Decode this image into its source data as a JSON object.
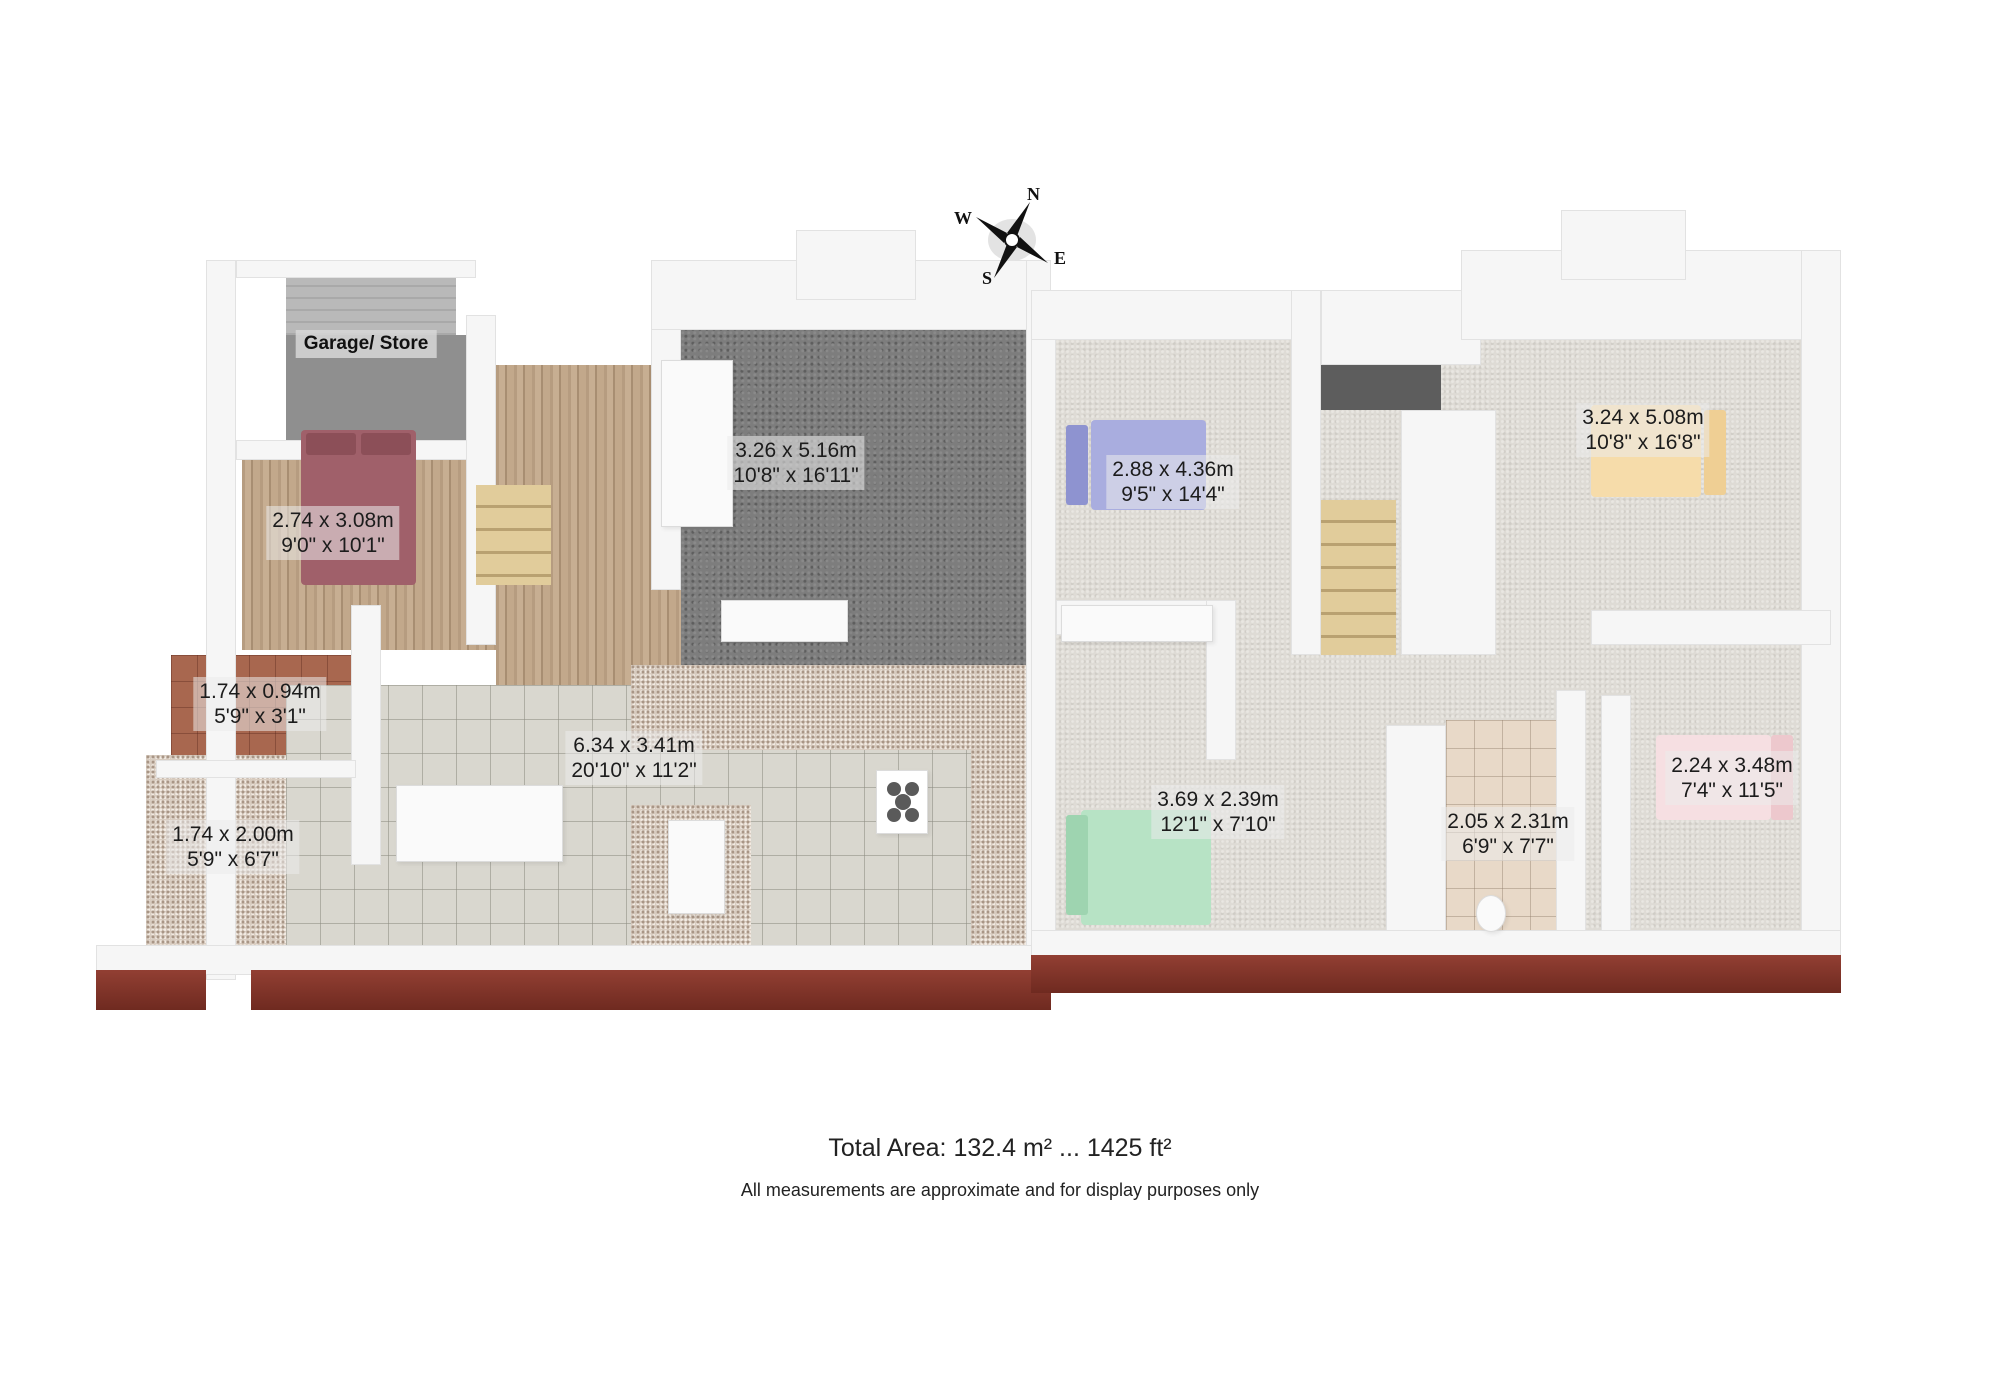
{
  "compass": {
    "north": "N",
    "south": "S",
    "east": "E",
    "west": "W",
    "icon": "compass-rose-icon"
  },
  "ground_floor": {
    "rooms": [
      {
        "name": "garage-store",
        "label": "Garage/ Store"
      },
      {
        "name": "bedroom-ground",
        "metric": "2.74 x 3.08m",
        "imperial": "9'0\" x 10'1\""
      },
      {
        "name": "living-room",
        "metric": "3.26 x 5.16m",
        "imperial": "10'8\" x 16'11\""
      },
      {
        "name": "wc-ground",
        "metric": "1.74 x 0.94m",
        "imperial": "5'9\" x 3'1\""
      },
      {
        "name": "kitchen-dining",
        "metric": "6.34 x 3.41m",
        "imperial": "20'10\" x 11'2\""
      },
      {
        "name": "utility",
        "metric": "1.74 x 2.00m",
        "imperial": "5'9\" x 6'7\""
      }
    ]
  },
  "first_floor": {
    "rooms": [
      {
        "name": "bedroom-blue",
        "metric": "2.88 x 4.36m",
        "imperial": "9'5\" x 14'4\""
      },
      {
        "name": "bedroom-yellow",
        "metric": "3.24 x 5.08m",
        "imperial": "10'8\" x 16'8\""
      },
      {
        "name": "bedroom-green",
        "metric": "3.69 x 2.39m",
        "imperial": "12'1\" x 7'10\""
      },
      {
        "name": "bathroom",
        "metric": "2.05 x 2.31m",
        "imperial": "6'9\" x 7'7\""
      },
      {
        "name": "bedroom-pink",
        "metric": "2.24 x 3.48m",
        "imperial": "7'4\" x 11'5\""
      }
    ]
  },
  "footer": {
    "total_area": "Total Area: 132.4 m² ... 1425 ft²",
    "disclaimer": "All measurements are approximate and for display purposes only"
  },
  "colors": {
    "brick": "#8a3a2e",
    "wall": "#f6f6f6",
    "bed_red": "#a0606a",
    "bed_blue": "#a9addf",
    "bed_yellow": "#f6dcaa",
    "bed_green": "#b7e3c5",
    "bed_pink": "#f6dfe2"
  }
}
